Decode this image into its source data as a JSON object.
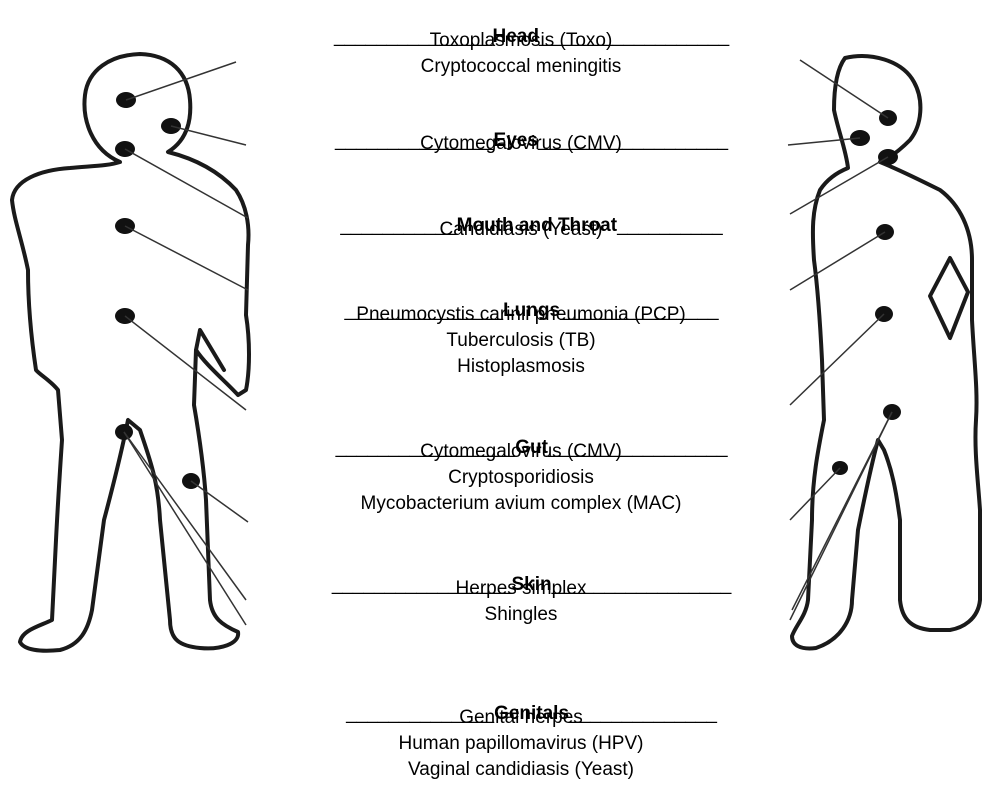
{
  "sections": [
    {
      "title": "Head",
      "lead": "_______________",
      "tail": "__________________",
      "items": [
        "Toxoplasmosis (Toxo)",
        "Cryptococcal meningitis"
      ]
    },
    {
      "title": "Eyes",
      "lead": "_______________",
      "tail": "__________________",
      "items": [
        "Cytomegalovirus (CMV)"
      ]
    },
    {
      "title": "Mouth and Throat",
      "lead": "___________",
      "tail": "__________",
      "items": [
        "Candidiasis (Yeast)"
      ]
    },
    {
      "title": "Lungs",
      "lead": "_______________",
      "tail": "_______________",
      "items": [
        "Pneumocystis carinii pneumonia (PCP)",
        "Tuberculosis (TB)",
        "Histoplasmosis"
      ]
    },
    {
      "title": "Gut",
      "lead": "_________________",
      "tail": "_________________",
      "items": [
        "Cytomegalovirus (CMV)",
        "Cryptosporidiosis",
        "Mycobacterium avium complex (MAC)"
      ]
    },
    {
      "title": "Skin",
      "lead": "_________________",
      "tail": "_________________",
      "items": [
        "Herpes simplex",
        "Shingles"
      ]
    },
    {
      "title": "Genitals",
      "lead": "______________",
      "tail": "______________",
      "items": [
        "Genital herpes",
        "Human papillomavirus (HPV)",
        "Vaginal candidiasis (Yeast)"
      ]
    }
  ]
}
